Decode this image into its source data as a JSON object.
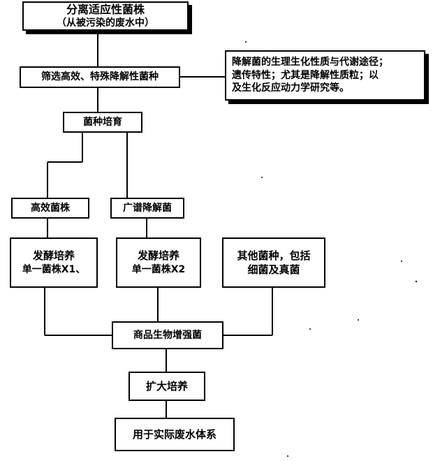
{
  "diagram": {
    "isolate": {
      "line1": "分离适应性菌株",
      "line2": "（从被污染的废水中）"
    },
    "screen": "筛选高效、特殊降解性菌种",
    "research": {
      "line1": "降解菌的生理生化性质与代谢途径；",
      "line2": "遗传特性；尤其是降解性质粒；以",
      "line3": "及生化反应动力学研究等。"
    },
    "breeding": "菌种培育",
    "high_eff": "高效菌株",
    "broad": "广谱降解菌",
    "ferm1": {
      "line1": "发酵培养",
      "line2": "单一菌株X1、"
    },
    "ferm2": {
      "line1": "发酵培养",
      "line2": "单一菌株X2"
    },
    "other": {
      "line1": "其他菌种，包括",
      "line2": "细菌及真菌"
    },
    "commercial": "商品生物增强菌",
    "scaleup": "扩大培养",
    "apply": "用于实际废水体系"
  }
}
